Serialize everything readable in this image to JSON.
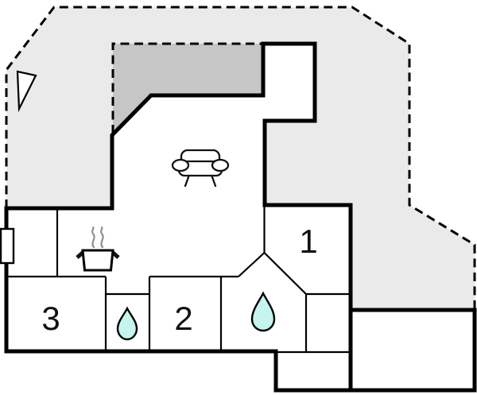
{
  "plan": {
    "type": "vacation-house-floor-plan",
    "rooms": [
      {
        "id": "room-1",
        "label": "1",
        "symbol": ""
      },
      {
        "id": "room-2",
        "label": "2",
        "symbol": ""
      },
      {
        "id": "room-3",
        "label": "3",
        "symbol": ""
      },
      {
        "id": "bathroom-small",
        "label": "",
        "symbol": "water-drop"
      },
      {
        "id": "bathroom-large",
        "label": "",
        "symbol": "water-drop"
      },
      {
        "id": "living-area",
        "label": "",
        "symbol": "sofa"
      },
      {
        "id": "kitchen",
        "label": "",
        "symbol": "cooking-pot"
      }
    ],
    "symbols": [
      "north-arrow",
      "sofa",
      "cooking-pot",
      "water-drop",
      "window-door-marker"
    ],
    "colors": {
      "background": "#ffffff",
      "plot_fill": "#eaeaea",
      "covered_area_fill": "#c6c6c6",
      "wall": "#000000",
      "water_drop_fill": "#c6f4ef",
      "steam": "#8f8f8f"
    }
  }
}
